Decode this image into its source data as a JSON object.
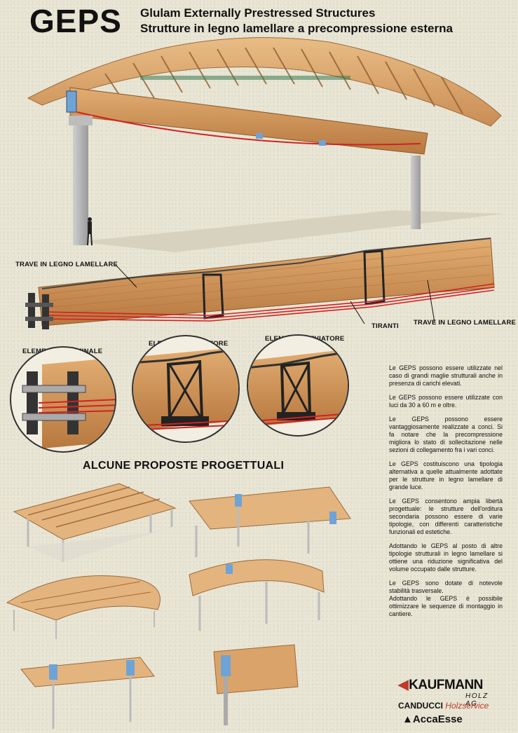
{
  "header": {
    "logo": "GEPS",
    "subtitle_en": "Glulam Externally Prestressed Structures",
    "subtitle_it": "Strutture in legno lamellare a precompressione esterna"
  },
  "callouts": {
    "trave_left": "TRAVE IN LEGNO LAMELLARE",
    "tiranti": "TIRANTI",
    "trave_right": "TRAVE IN LEGNO LAMELLARE",
    "elemento_terminale": "ELEMENTO TERMINALE",
    "elemento_deviatore_1": "ELEMENTO DEVIATORE",
    "elemento_deviatore_2": "ELEMENTO DEVIATORE"
  },
  "section_title": "ALCUNE PROPOSTE PROGETTUALI",
  "paragraphs": [
    "Le GEPS possono essere utilizzate nel caso di grandi maglie strutturali anche in presenza di carichi elevati.",
    "Le GEPS possono essere utilizzate con luci da 30 a 60 m e oltre.",
    "Le GEPS possono essere vantaggiosamente realizzate a conci. Si fa notare che la precompressione migliora lo stato di sollecitazione nelle sezioni di collegamento fra i vari conci.",
    "Le GEPS costituiscono una tipologia alternativa a quelle attualmente adottate per le strutture in legno lamellare di grande luce.",
    "Le GEPS consentono ampia libertà progettuale: le strutture dell'orditura secondaria possono essere di varie tipologie, con differenti caratteristiche funzionali ed estetiche.",
    "Adottando le GEPS al posto di altre tipologie strutturali in legno lamellare si ottiene una riduzione significativa del volume occupato dalle strutture.",
    "Le GEPS sono dotate di notevole stabilità trasversale.",
    "Adottando le GEPS è possibile ottimizzare le sequenze di montaggio in cantiere."
  ],
  "logos": {
    "kaufmann": "KAUFMANN",
    "holz": "HOLZ AG",
    "canducci": "CANDUCCI",
    "holzservice": "Holzservice",
    "accaesse": "AccaEsse"
  },
  "colors": {
    "background": "#e9e6d5",
    "wood": "#d9a36a",
    "wood_dark": "#b57a45",
    "tendon": "#d42020",
    "steel": "#2d2d2d",
    "blue_device": "#6fa3d6"
  }
}
